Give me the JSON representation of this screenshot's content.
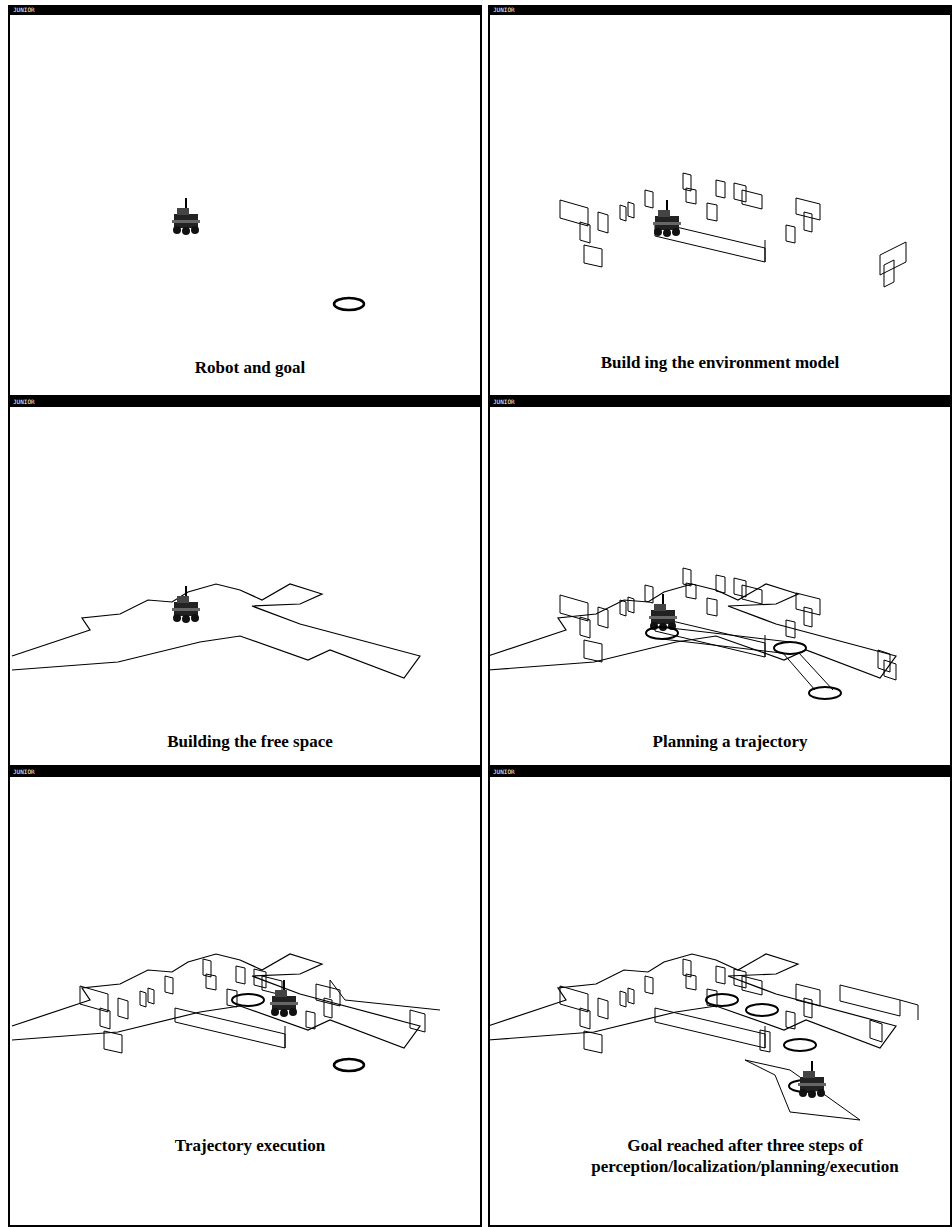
{
  "diagram": {
    "nodes": [
      {
        "text": [
          "JUNIOR",
          "Robot and goal"
        ]
      },
      {
        "text": [
          "JUNIOR",
          "Build ing the environment model"
        ]
      },
      {
        "text": [
          "JUNIOR",
          "Building the free space"
        ]
      },
      {
        "text": [
          "JUNIOR",
          "Planning a trajectory"
        ]
      },
      {
        "text": [
          "JUNIOR",
          "Trajectory execution"
        ]
      },
      {
        "text": [
          "JUNIOR",
          "Goal reached after three steps of perception/localization/planning/execution"
        ]
      }
    ]
  }
}
